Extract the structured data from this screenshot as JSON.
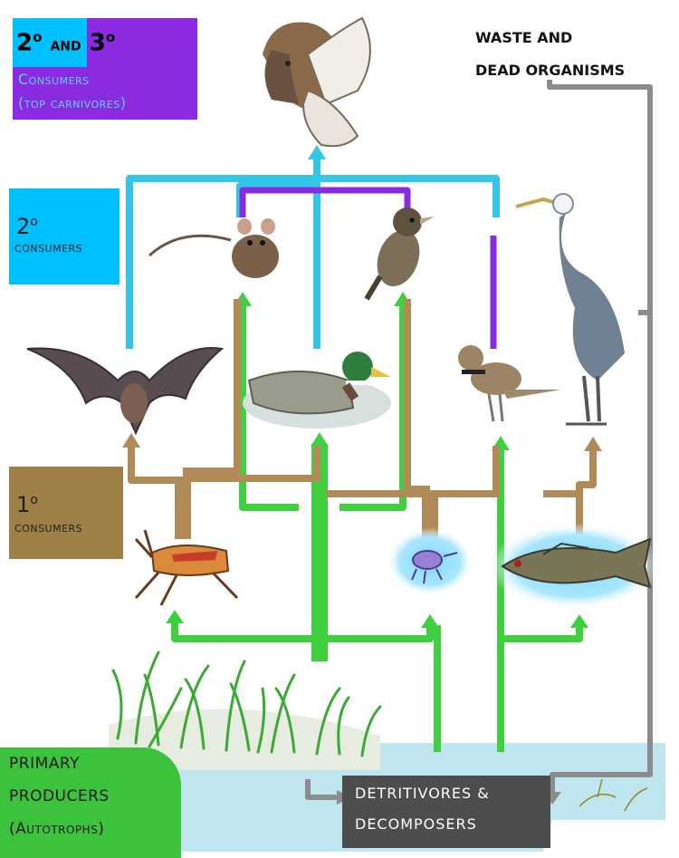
{
  "labels": {
    "top": {
      "two": "2",
      "deg_a": "o",
      "and": "AND",
      "three": "3",
      "deg_b": "o",
      "line1": "Consumers",
      "line2": "(top carnivores)"
    },
    "secondary": {
      "two": "2",
      "deg": "o",
      "line1": "consumers"
    },
    "primary_consumers": {
      "one": "1",
      "deg": "o",
      "line1": "consumers"
    },
    "producers": {
      "line1": "PRIMARY",
      "line2": "PRODUCERS",
      "line3": "(Autotrophs)"
    },
    "waste": {
      "line1": "WASTE AND",
      "line2": "DEAD ORGANISMS"
    },
    "detritivores": {
      "line1": "DETRITIVORES &",
      "line2": "DECOMPOSERS"
    }
  },
  "organisms": [
    "hawk",
    "mouse",
    "sparrow",
    "heron",
    "bat",
    "duck",
    "killdeer",
    "grasshopper",
    "amphipod",
    "bass",
    "grass"
  ],
  "colors": {
    "top_box": "#8a2be2",
    "top_accent": "#00bfff",
    "secondary_box": "#00bfff",
    "primary_box": "#9e7f45",
    "producer_box": "#3cc23c",
    "detritivore_box": "#4d4d4d",
    "arrow_green": "#3fcf3f",
    "arrow_brown": "#b08a57",
    "arrow_cyan": "#33c6e6",
    "arrow_purple": "#8a2be2",
    "arrow_gray": "#8c8c8c",
    "water": "#bfe6ee"
  }
}
